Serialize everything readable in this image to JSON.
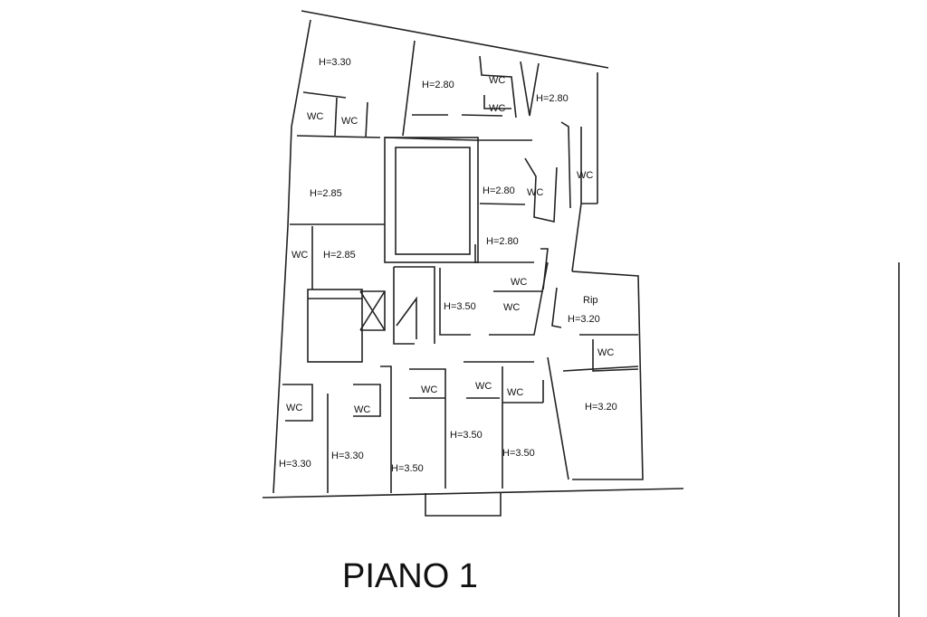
{
  "plan": {
    "title": "PIANO 1",
    "rooms": [
      {
        "label": "H=3.30"
      },
      {
        "label": "H=2.80"
      },
      {
        "label": "WC"
      },
      {
        "label": "WC"
      },
      {
        "label": "H=2.80"
      },
      {
        "label": "WC"
      },
      {
        "label": "WC"
      },
      {
        "label": "WC"
      },
      {
        "label": "H=2.85"
      },
      {
        "label": "H=2.80"
      },
      {
        "label": "WC"
      },
      {
        "label": "H=2.80"
      },
      {
        "label": "WC"
      },
      {
        "label": "H=2.85"
      },
      {
        "label": "WC"
      },
      {
        "label": "WC"
      },
      {
        "label": "H=3.50"
      },
      {
        "label": "Rip"
      },
      {
        "label": "H=3.20"
      },
      {
        "label": "WC"
      },
      {
        "label": "WC"
      },
      {
        "label": "WC"
      },
      {
        "label": "WC"
      },
      {
        "label": "WC"
      },
      {
        "label": "WC"
      },
      {
        "label": "H=3.20"
      },
      {
        "label": "H=3.50"
      },
      {
        "label": "H=3.30"
      },
      {
        "label": "H=3.30"
      },
      {
        "label": "H=3.50"
      },
      {
        "label": "H=3.50"
      }
    ]
  }
}
